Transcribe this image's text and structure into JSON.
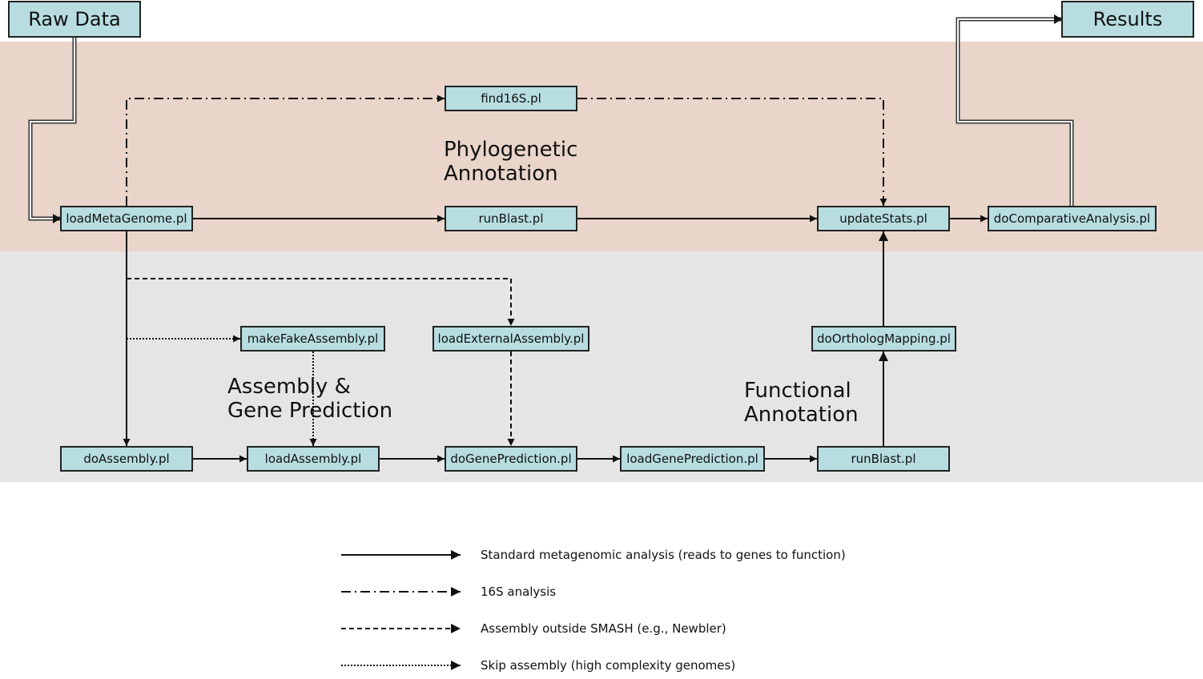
{
  "nodes": {
    "raw_data": "Raw Data",
    "results": "Results",
    "find16s": "find16S.pl",
    "load_meta_genome": "loadMetaGenome.pl",
    "run_blast_top": "runBlast.pl",
    "update_stats": "updateStats.pl",
    "do_comparative_analysis": "doComparativeAnalysis.pl",
    "make_fake_assembly": "makeFakeAssembly.pl",
    "load_external_assembly": "loadExternalAssembly.pl",
    "do_ortholog_mapping": "doOrthologMapping.pl",
    "do_assembly": "doAssembly.pl",
    "load_assembly": "loadAssembly.pl",
    "do_gene_prediction": "doGenePrediction.pl",
    "load_gene_prediction": "loadGenePrediction.pl",
    "run_blast_bottom": "runBlast.pl"
  },
  "sections": {
    "phylogenetic": [
      "Phylogenetic",
      "Annotation"
    ],
    "assembly": [
      "Assembly &",
      "Gene Prediction"
    ],
    "functional": [
      "Functional",
      "Annotation"
    ]
  },
  "legend": [
    {
      "style": "solid",
      "label": "Standard metagenomic analysis (reads to genes to function)"
    },
    {
      "style": "dash-dot",
      "label": "16S analysis"
    },
    {
      "style": "dashed",
      "label": "Assembly outside SMASH (e.g., Newbler)"
    },
    {
      "style": "dotted",
      "label": "Skip assembly (high complexity genomes)"
    }
  ],
  "colors": {
    "top_band": "#e9d5c9",
    "bottom_band": "#e5e5e5",
    "node_fill": "#b7dde1",
    "line": "#111111"
  }
}
